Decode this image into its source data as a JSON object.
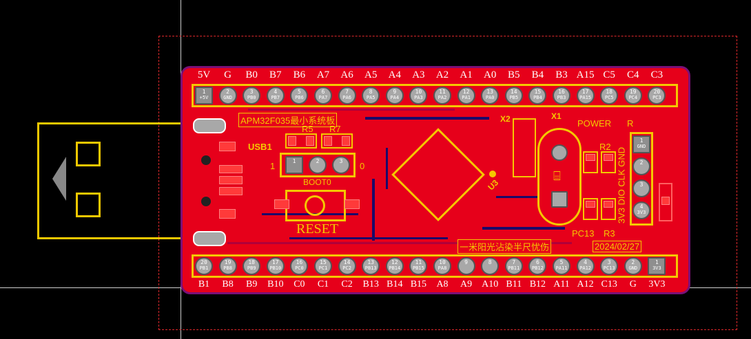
{
  "top_labels": [
    "5V",
    "G",
    "B0",
    "B7",
    "B6",
    "A7",
    "A6",
    "A5",
    "A4",
    "A3",
    "A2",
    "A1",
    "A0",
    "B5",
    "B4",
    "B3",
    "A15",
    "C5",
    "C4",
    "C3"
  ],
  "top_pins": [
    {
      "num": "1",
      "name": "+5V"
    },
    {
      "num": "2",
      "name": "GND"
    },
    {
      "num": "3",
      "name": "PB0"
    },
    {
      "num": "4",
      "name": "PB7"
    },
    {
      "num": "5",
      "name": "PB6"
    },
    {
      "num": "6",
      "name": "PA7"
    },
    {
      "num": "7",
      "name": "PA6"
    },
    {
      "num": "8",
      "name": "PA5"
    },
    {
      "num": "9",
      "name": "PA4"
    },
    {
      "num": "10",
      "name": "PA3"
    },
    {
      "num": "11",
      "name": "PA2"
    },
    {
      "num": "12",
      "name": "PA1"
    },
    {
      "num": "13",
      "name": "PA0"
    },
    {
      "num": "14",
      "name": "PB5"
    },
    {
      "num": "15",
      "name": "PB4"
    },
    {
      "num": "16",
      "name": "PB3"
    },
    {
      "num": "17",
      "name": "PA15"
    },
    {
      "num": "18",
      "name": "PC5"
    },
    {
      "num": "19",
      "name": "PC4"
    },
    {
      "num": "20",
      "name": "PC3"
    }
  ],
  "bottom_labels": [
    "B1",
    "B8",
    "B9",
    "B10",
    "C0",
    "C1",
    "C2",
    "B13",
    "B14",
    "B15",
    "A8",
    "A9",
    "A10",
    "B11",
    "B12",
    "A11",
    "A12",
    "C13",
    "G",
    "3V3"
  ],
  "bottom_pins": [
    {
      "num": "20",
      "name": "PB1"
    },
    {
      "num": "19",
      "name": "PB8"
    },
    {
      "num": "18",
      "name": "PB9"
    },
    {
      "num": "17",
      "name": "PB10"
    },
    {
      "num": "16",
      "name": "PC0"
    },
    {
      "num": "15",
      "name": "PC1"
    },
    {
      "num": "14",
      "name": "PC2"
    },
    {
      "num": "13",
      "name": "PB13"
    },
    {
      "num": "12",
      "name": "PB14"
    },
    {
      "num": "11",
      "name": "PB15"
    },
    {
      "num": "10",
      "name": "PA8"
    },
    {
      "num": "9",
      "name": ""
    },
    {
      "num": "8",
      "name": ""
    },
    {
      "num": "7",
      "name": "PB11"
    },
    {
      "num": "6",
      "name": "PB12"
    },
    {
      "num": "5",
      "name": "PA11"
    },
    {
      "num": "4",
      "name": "PA12"
    },
    {
      "num": "3",
      "name": "PC13"
    },
    {
      "num": "2",
      "name": "GND"
    },
    {
      "num": "1",
      "name": "3V3"
    }
  ],
  "silk": {
    "board_title": "APM32F035最小系统板",
    "usb": "USB1",
    "r5": "R5",
    "r7": "R7",
    "boot_1": "1",
    "boot_0": "0",
    "boot_name": "BOOT0",
    "reset": "RESET",
    "u3": "U3",
    "x1": "X1",
    "x2": "X2",
    "power": "POWER",
    "r_label": "R",
    "r2": "R2",
    "r3": "R3",
    "pc13": "PC13",
    "swd_side": "3V3 DIO CLK GND",
    "date": "2024/02/27",
    "slogan": "一米阳光沾染半尺忧伤"
  },
  "boot_pins": [
    "1",
    "2",
    "3"
  ],
  "swd_pins": [
    {
      "num": "1",
      "name": "GND"
    },
    {
      "num": "2",
      "name": ""
    },
    {
      "num": "3",
      "name": ""
    },
    {
      "num": "4",
      "name": "3V3"
    }
  ],
  "colors": {
    "board": "#e6001a",
    "silk": "#f5c800",
    "pad": "#a8a8a8",
    "outline": "#7a1078"
  }
}
